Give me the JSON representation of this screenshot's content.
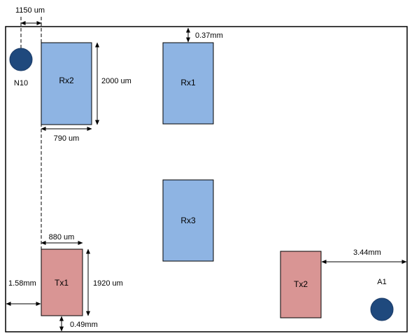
{
  "colors": {
    "rx_fill": "#8eb4e3",
    "tx_fill": "#d99594",
    "pad_fill": "#1f497d",
    "outline": "#000000"
  },
  "blocks": {
    "rx2": "Rx2",
    "rx1": "Rx1",
    "rx3": "Rx3",
    "tx1": "Tx1",
    "tx2": "Tx2"
  },
  "pads": {
    "n10": "N10",
    "a1": "A1"
  },
  "dimensions": {
    "pad_offset": "1150 um",
    "rx1_top_gap": "0.37mm",
    "rx_height": "2000 um",
    "rx_width": "790 um",
    "tx_width": "880 um",
    "tx_height": "1920 um",
    "tx1_left_gap": "1.58mm",
    "tx1_bottom_gap": "0.49mm",
    "tx2_right_gap": "3.44mm"
  }
}
